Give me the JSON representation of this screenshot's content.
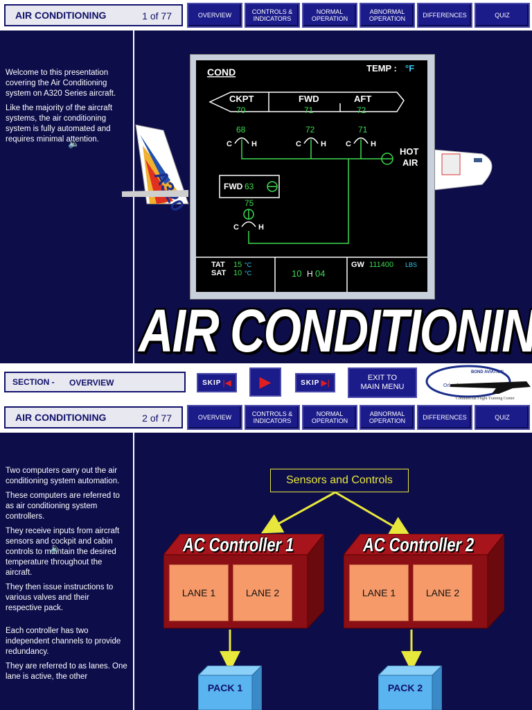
{
  "nav": [
    "OVERVIEW",
    "CONTROLS &\nINDICATORS",
    "NORMAL\nOPERATION",
    "ABNORMAL\nOPERATION",
    "DIFFERENCES",
    "QUIZ"
  ],
  "slide1": {
    "title": "AIR CONDITIONING",
    "page": "1 of 77",
    "paragraphs": [
      "Welcome to this presentation covering the Air Conditioning system on A320 Series aircraft.",
      "Like the majority of the aircraft systems, the air conditioning system is fully automated and requires minimal attention."
    ],
    "tail_text": "A320",
    "ecam": {
      "cond": "COND",
      "temp_label": "TEMP :",
      "temp_unit": "°F",
      "zones": [
        {
          "name": "CKPT",
          "temp": "70",
          "duct": "68"
        },
        {
          "name": "FWD",
          "temp": "71",
          "duct": "72"
        },
        {
          "name": "AFT",
          "temp": "72",
          "duct": "71"
        }
      ],
      "c": "C",
      "h": "H",
      "hot_air": "HOT\nAIR",
      "cargo_label": "FWD",
      "cargo_temp": "63",
      "cargo_duct": "75",
      "tat_label": "TAT",
      "tat_value": "15",
      "sat_label": "SAT",
      "sat_value": "10",
      "deg_c": "°C",
      "time_h": "10",
      "time_sep": "H",
      "time_m": "04",
      "gw_label": "GW",
      "gw_value": "111400",
      "gw_unit": "LBS"
    },
    "big_title": "AIR CONDITIONING",
    "section_label": "SECTION -",
    "section_value": "OVERVIEW",
    "skip": "SKIP",
    "exit": "EXIT TO\nMAIN MENU",
    "logo_text": "BOND AVIATION",
    "logo_city": "Orlando",
    "logo_sub": "Commercial Flight Training Center"
  },
  "slide2": {
    "title": "AIR CONDITIONING",
    "page": "2 of 77",
    "paragraphs": [
      "Two computers carry out the air conditioning system automation.",
      "These computers are referred to as air conditioning system controllers.",
      "They receive inputs from aircraft sensors and cockpit and cabin controls to maintain the desired temperature throughout the aircraft.",
      "They then issue instructions to various valves and their respective pack.",
      "Each controller has two independent channels to provide redundancy.",
      "They are referred to as lanes. One lane is active, the other"
    ],
    "sensors": "Sensors and Controls",
    "controllers": [
      {
        "name": "AC Controller 1",
        "lanes": [
          "LANE 1",
          "LANE 2"
        ],
        "pack": "PACK 1"
      },
      {
        "name": "AC Controller 2",
        "lanes": [
          "LANE 1",
          "LANE 2"
        ],
        "pack": "PACK 2"
      }
    ]
  },
  "colors": {
    "navy": "#0d0d4a",
    "nav_blue": "#1b1b8a",
    "ecam_green": "#3cdc50",
    "ecam_cyan": "#3cc8f0",
    "controller_red": "#8b0f14",
    "lane_orange": "#f79a6a",
    "pack_blue": "#5ab4f0",
    "arrow_yellow": "#e8e83c"
  }
}
